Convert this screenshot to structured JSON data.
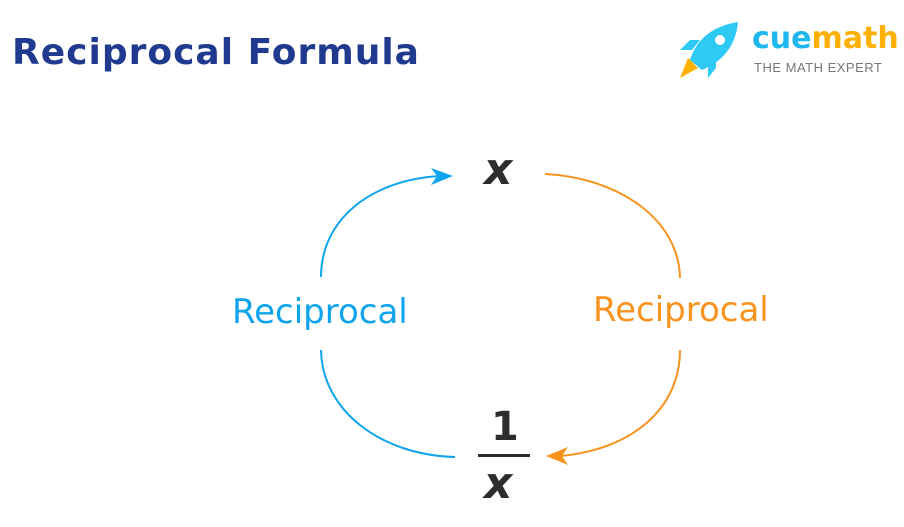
{
  "title": "Reciprocal Formula",
  "logo": {
    "brand_part1": "cue",
    "brand_part2": "math",
    "tagline": "THE MATH EXPERT",
    "icon": "rocket-icon",
    "colors": {
      "cue": "#1fb8ee",
      "math": "#ffb000",
      "rocket_body": "#2ec9f5",
      "rocket_flame": "#ffb000"
    }
  },
  "diagram": {
    "top_node": "x",
    "bottom_node": {
      "numerator": "1",
      "denominator": "x"
    },
    "left_label": "Reciprocal",
    "right_label": "Reciprocal",
    "left_arrow": {
      "from": "1/x",
      "to": "x",
      "color": "#0ea5ec"
    },
    "right_arrow": {
      "from": "x",
      "to": "1/x",
      "color": "#f7931e"
    }
  }
}
